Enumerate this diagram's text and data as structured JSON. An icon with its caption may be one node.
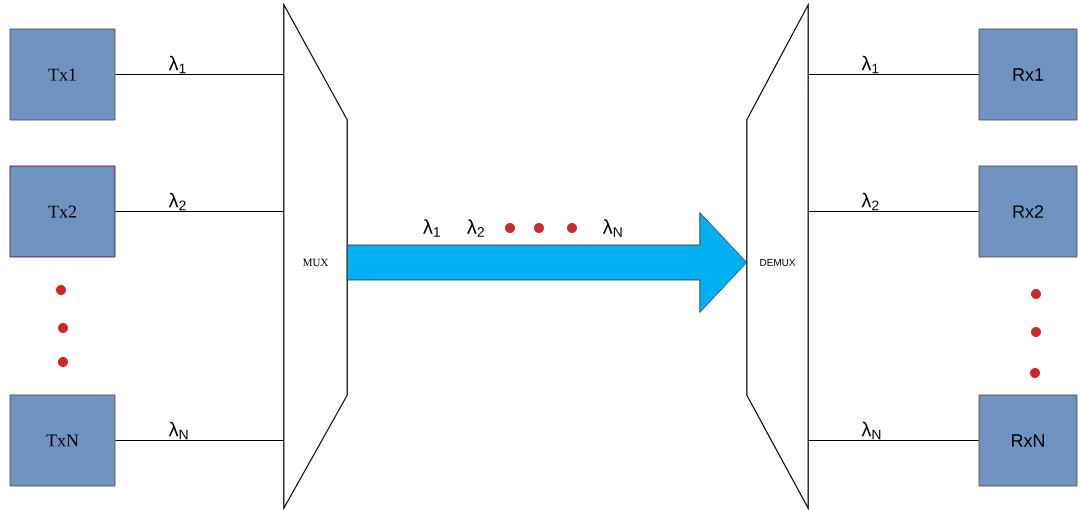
{
  "diagram": {
    "nodes": [
      {
        "text": [
          "Tx1"
        ]
      },
      {
        "text": [
          "Tx2"
        ]
      },
      {
        "text": [
          "TxN"
        ]
      },
      {
        "text": [
          "MUX"
        ]
      },
      {
        "text": [
          "DEMUX"
        ]
      },
      {
        "text": [
          "Rx1"
        ]
      },
      {
        "text": [
          "Rx2"
        ]
      },
      {
        "text": [
          "RxN"
        ]
      }
    ],
    "edges": [
      {
        "from": 0,
        "to": 3,
        "arrow": "none",
        "label": "λ$_{1}$"
      },
      {
        "from": 1,
        "to": 3,
        "arrow": "none",
        "label": "λ$_{2}$"
      },
      {
        "from": 2,
        "to": 3,
        "arrow": "none",
        "label": "λ$_{N}$"
      },
      {
        "from": 3,
        "to": 4,
        "arrow": "to",
        "style": "thick",
        "color": "#00b0f0"
      },
      {
        "from": 4,
        "to": 5,
        "arrow": "none",
        "label": "λ$_{1}$"
      },
      {
        "from": 4,
        "to": 6,
        "arrow": "none",
        "label": "λ$_{2}$"
      },
      {
        "from": 4,
        "to": 7,
        "arrow": "none",
        "label": "λ$_{N}$"
      }
    ],
    "labels": [
      "λ$_{1}$",
      "λ$_{2}$",
      "λ$_{N}$"
    ]
  }
}
